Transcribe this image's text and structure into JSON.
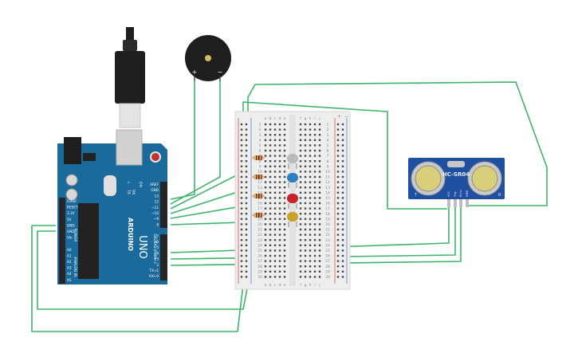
{
  "arduino": {
    "brand": "ARDUINO",
    "model": "UNO",
    "power_label": "POWER",
    "analog_label": "ANALOG IN",
    "digital_label": "DIGITAL (PWM~)",
    "on_label": "ON",
    "l_label": "L",
    "tx_label": "TX",
    "rx_label": "RX",
    "left_pins": [
      "IOREF",
      "RESET",
      "3.3V",
      "5V",
      "GND",
      "GND",
      "Vin",
      "",
      "A0",
      "A1",
      "A2",
      "A3",
      "A4",
      "A5"
    ],
    "right_pins": [
      "AREF",
      "GND",
      "13",
      "12",
      "~11",
      "~10",
      "~9",
      "8",
      "",
      "7",
      "~6",
      "~5",
      "4",
      "~3",
      "2",
      "TX→1",
      "RX←0"
    ]
  },
  "buzzer": {
    "plus": "+",
    "minus": "−"
  },
  "breadboard": {
    "cols_left": [
      "a",
      "b",
      "c",
      "d",
      "e"
    ],
    "cols_right": [
      "f",
      "g",
      "h",
      "i",
      "j"
    ],
    "rail_plus": "+",
    "rail_minus": "−",
    "row_count": 30
  },
  "sensor": {
    "model": "HC-SR04",
    "pins": [
      "VCC",
      "Trig",
      "Echo",
      "GND"
    ],
    "t_label": "T",
    "r_label": "R"
  },
  "leds": [
    {
      "color": "#b8bcc0"
    },
    {
      "color": "#2f7fc4"
    },
    {
      "color": "#c8232b"
    },
    {
      "color": "#c9a227"
    }
  ],
  "colors": {
    "wire": "#3cb56a",
    "board": "#1b6a9c",
    "sensor_board": "#1f4fa0",
    "breadboard": "#eeeeee"
  }
}
